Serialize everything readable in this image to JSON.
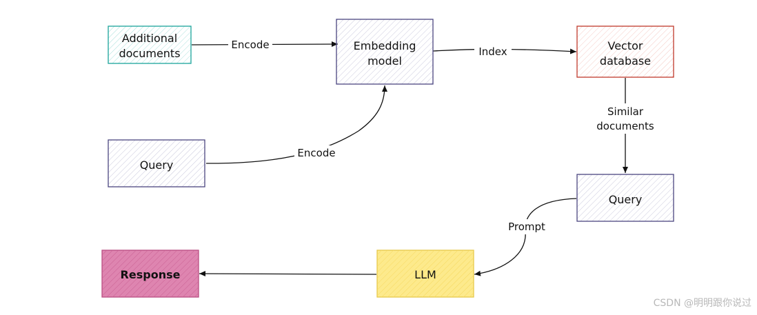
{
  "nodes": {
    "additional_documents": {
      "lines": [
        "Additional",
        "documents"
      ],
      "fill": "#e8f6f5",
      "stroke": "#1aa39a"
    },
    "embedding_model": {
      "lines": [
        "Embedding",
        "model"
      ],
      "fill": "#ececf4",
      "stroke": "#4a4580"
    },
    "vector_database": {
      "lines": [
        "Vector",
        "database"
      ],
      "fill": "#fdeeec",
      "stroke": "#c0392b"
    },
    "query_left": {
      "lines": [
        "Query"
      ],
      "fill": "#ececf4",
      "stroke": "#4a4580"
    },
    "query_right": {
      "lines": [
        "Query"
      ],
      "fill": "#ececf4",
      "stroke": "#4a4580"
    },
    "llm": {
      "lines": [
        "LLM"
      ],
      "fill": "#fde98a",
      "stroke": "#e6c84a"
    },
    "response": {
      "lines": [
        "Response"
      ],
      "fill": "#da7aa8",
      "stroke": "#b84d82"
    }
  },
  "edges": {
    "encode_top": "Encode",
    "index": "Index",
    "encode_query": "Encode",
    "similar": [
      "Similar",
      "documents"
    ],
    "prompt": "Prompt"
  },
  "watermark": "CSDN @明明跟你说过"
}
